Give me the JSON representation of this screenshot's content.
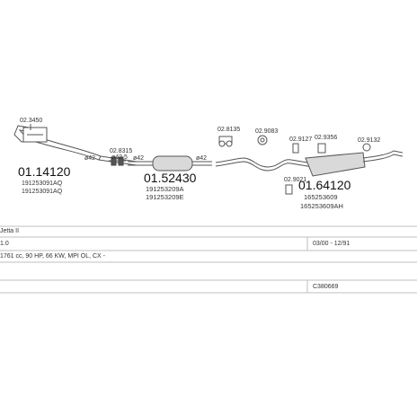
{
  "parts": {
    "front_pipe": {
      "number": "01.14120",
      "oem1": "191253091AQ",
      "oem2": "191253091AQ"
    },
    "front_pipe_clamp": {
      "number": "02.3450"
    },
    "diameter_1": {
      "text": "ø42"
    },
    "bracket_a": {
      "number": "02.8315"
    },
    "diameter_2": {
      "text": "ø42.5"
    },
    "diameter_3": {
      "text": "ø42"
    },
    "middle_silencer": {
      "number": "01.52430",
      "oem1": "191253209A",
      "oem2": "191253209E"
    },
    "diameter_4": {
      "text": "ø42"
    },
    "rubber_1": {
      "number": "02.8135"
    },
    "rubber_2": {
      "number": "02.9083"
    },
    "rubber_3": {
      "number": "02.9127"
    },
    "rubber_4": {
      "number": "02.9356"
    },
    "rubber_5": {
      "number": "02.9132"
    },
    "rubber_6": {
      "number": "02.9021"
    },
    "rear_silencer": {
      "number": "01.64120",
      "oem1": "165253609",
      "oem2": "165253609AH"
    }
  },
  "info": {
    "model": "Jetta II",
    "engine": "1.0",
    "years": "03/00 - 12/91",
    "description": "1761 cc, 90 HP, 66 KW, MPI OL, CX -",
    "kit_code": "C380669"
  }
}
